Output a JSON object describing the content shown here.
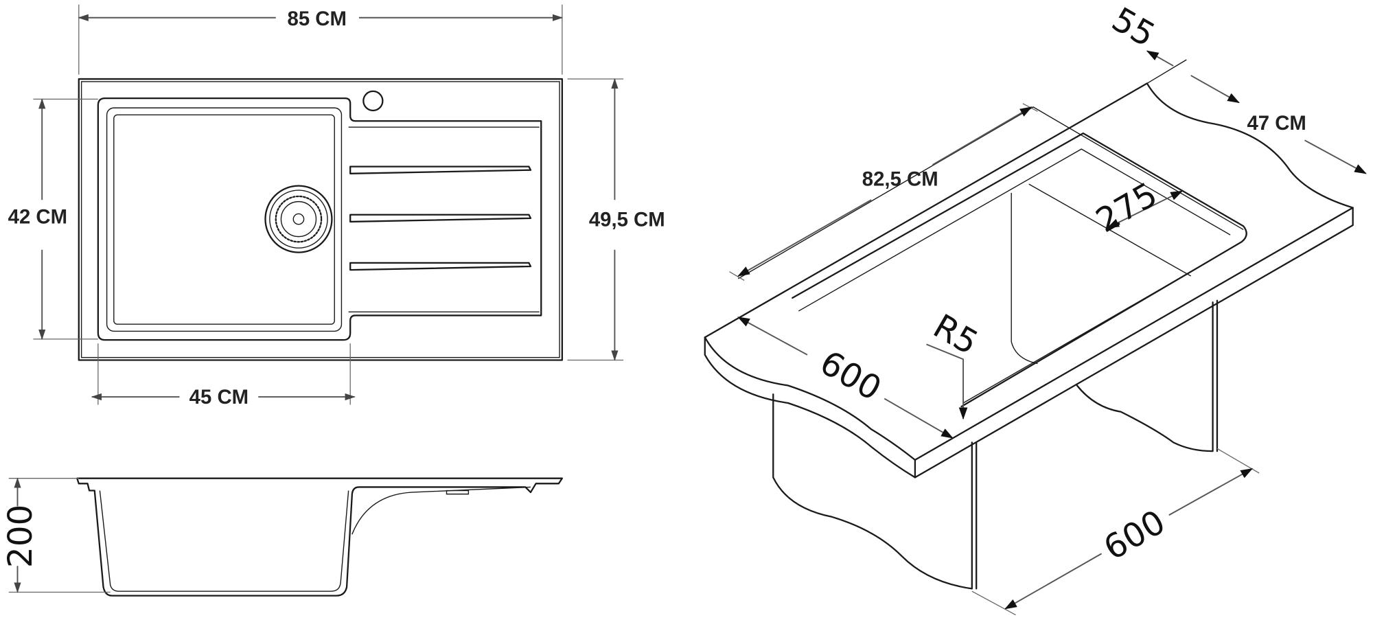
{
  "top_view": {
    "width_label": "85 CM",
    "bowl_height_label": "42 CM",
    "total_depth_label": "49,5 CM",
    "bowl_width_label": "45 CM"
  },
  "side_view": {
    "depth_label": "200"
  },
  "iso_view": {
    "rim_label": "55",
    "depth_label": "47 CM",
    "length_label": "82,5 CM",
    "bowl_label": "275",
    "radius_label": "R5",
    "counter_depth_label": "600",
    "cabinet_width_label": "600"
  },
  "colors": {
    "line": "#1a1a1a",
    "dimension": "#555555"
  }
}
